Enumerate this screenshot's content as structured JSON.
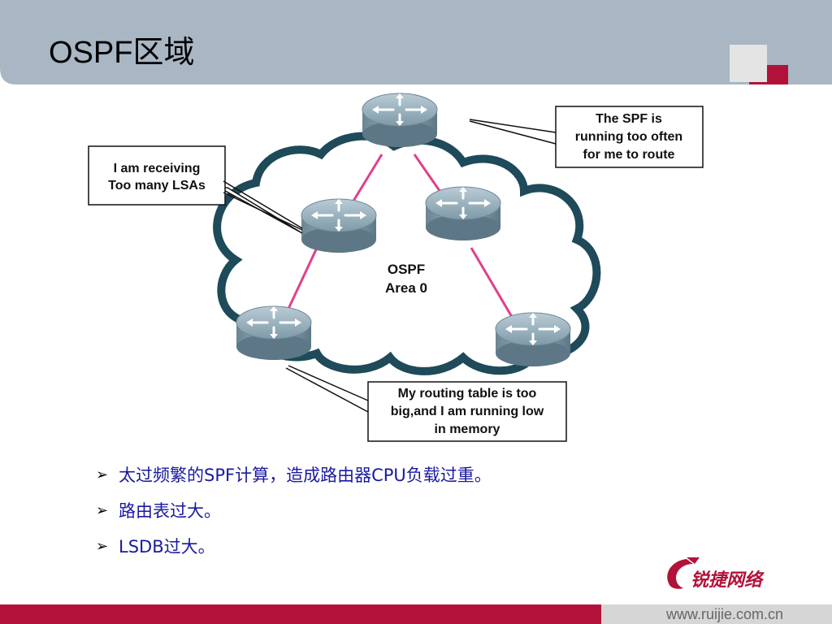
{
  "title": "OSPF区域",
  "diagram": {
    "center_label_line1": "OSPF",
    "center_label_line2": "Area 0",
    "callout_left": [
      "I am receiving",
      "Too many LSAs"
    ],
    "callout_right": [
      "The SPF is",
      "running too often",
      "for me to route"
    ],
    "callout_bottom": [
      "My routing table is too",
      "big,and I am running low",
      "in memory"
    ]
  },
  "bullets": [
    {
      "text": "太过频繁的SPF计算，造成路由器CPU负载过重。"
    },
    {
      "text": "路由表过大。"
    },
    {
      "text": "LSDB过大。"
    }
  ],
  "footer": {
    "logo_text": "锐捷网络",
    "url": "www.ruijie.com.cn"
  },
  "colors": {
    "accent": "#b2123a",
    "header": "#a9b6c4",
    "link_line": "#e0408a",
    "cloud": "#1e4a5a"
  }
}
